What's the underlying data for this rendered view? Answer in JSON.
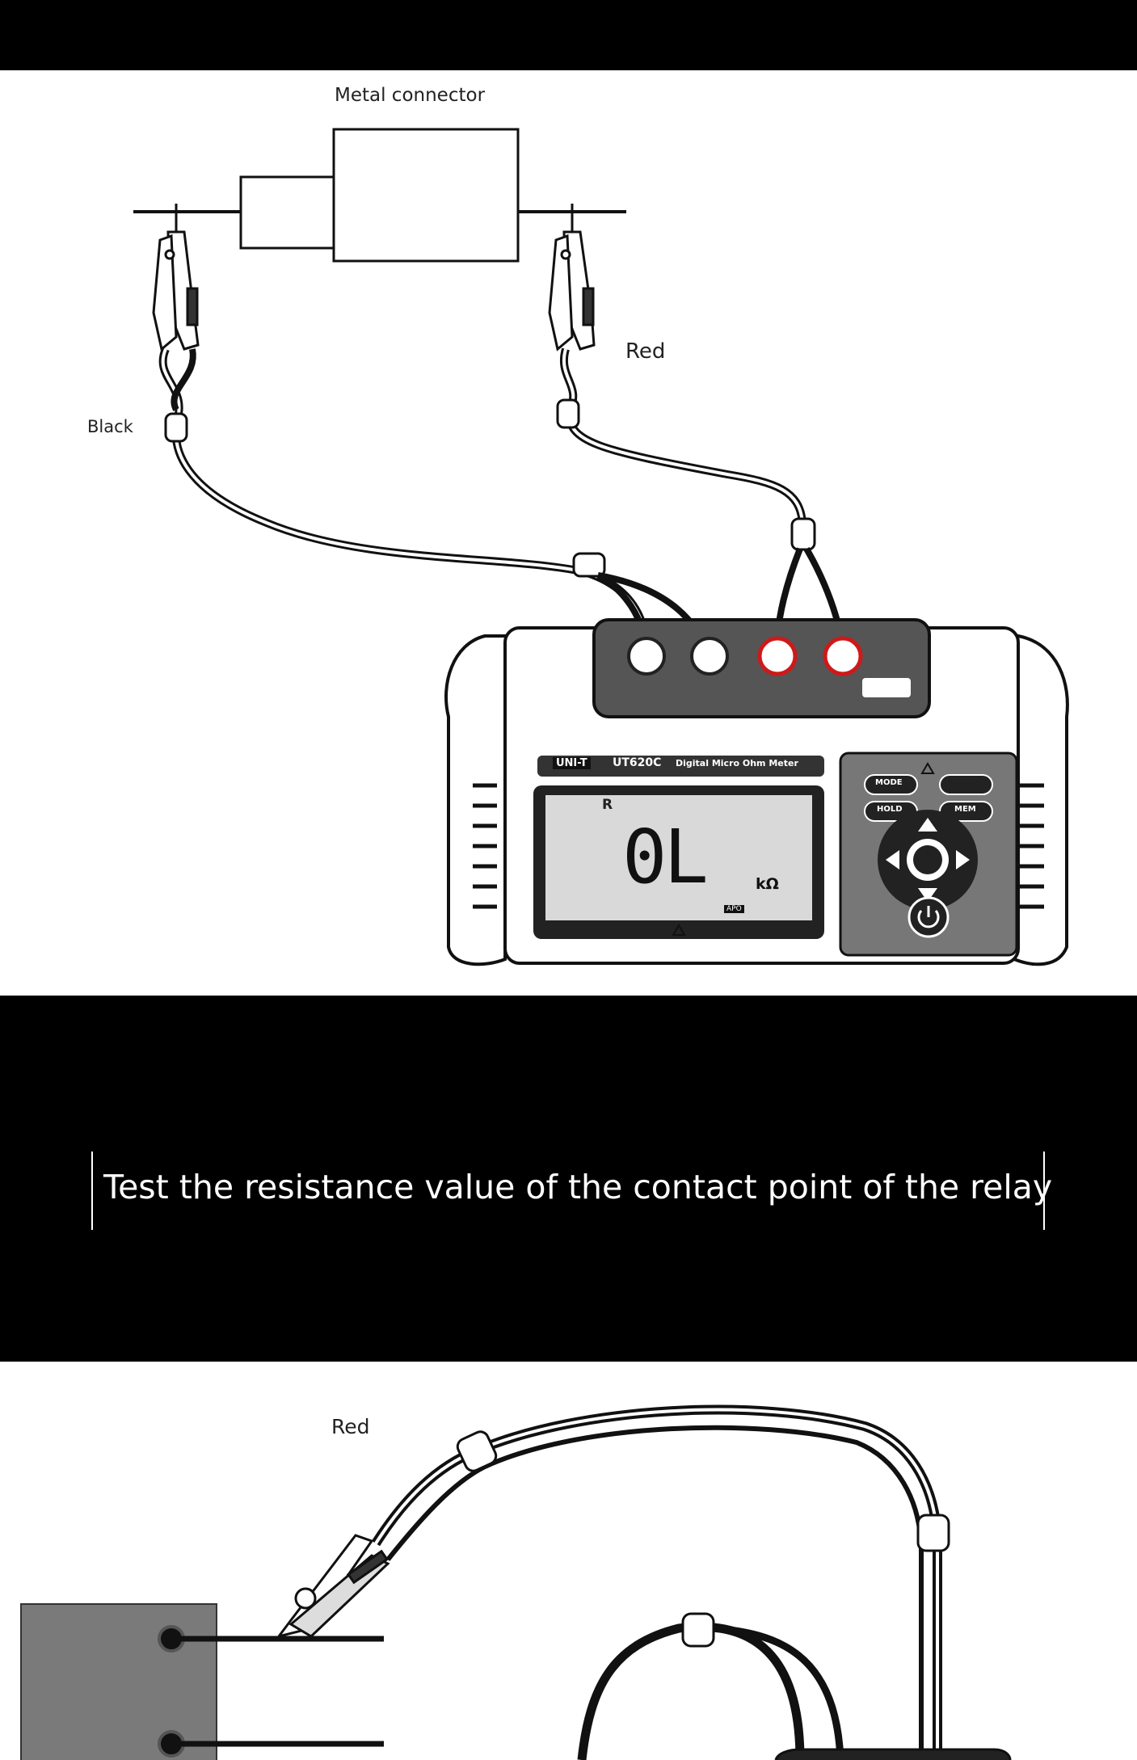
{
  "labels": {
    "metal_connector": "Metal connector",
    "red_top": "Red",
    "black": "Black",
    "red_bottom": "Red"
  },
  "meter": {
    "brand": "UNI-T",
    "model": "UT620C",
    "name": "Digital Micro Ohm Meter",
    "mode_indicator": "R",
    "reading": "0L",
    "unit": "kΩ",
    "apo": "APO",
    "buttons": {
      "mode": "MODE",
      "hold": "HOLD",
      "mem": "MEM"
    }
  },
  "caption": "Test the resistance value of the contact point of the relay",
  "colors": {
    "red_terminal": "#cc1a1a",
    "relay_block": "#7a7a7a",
    "lcd": "#d9d9d9"
  }
}
